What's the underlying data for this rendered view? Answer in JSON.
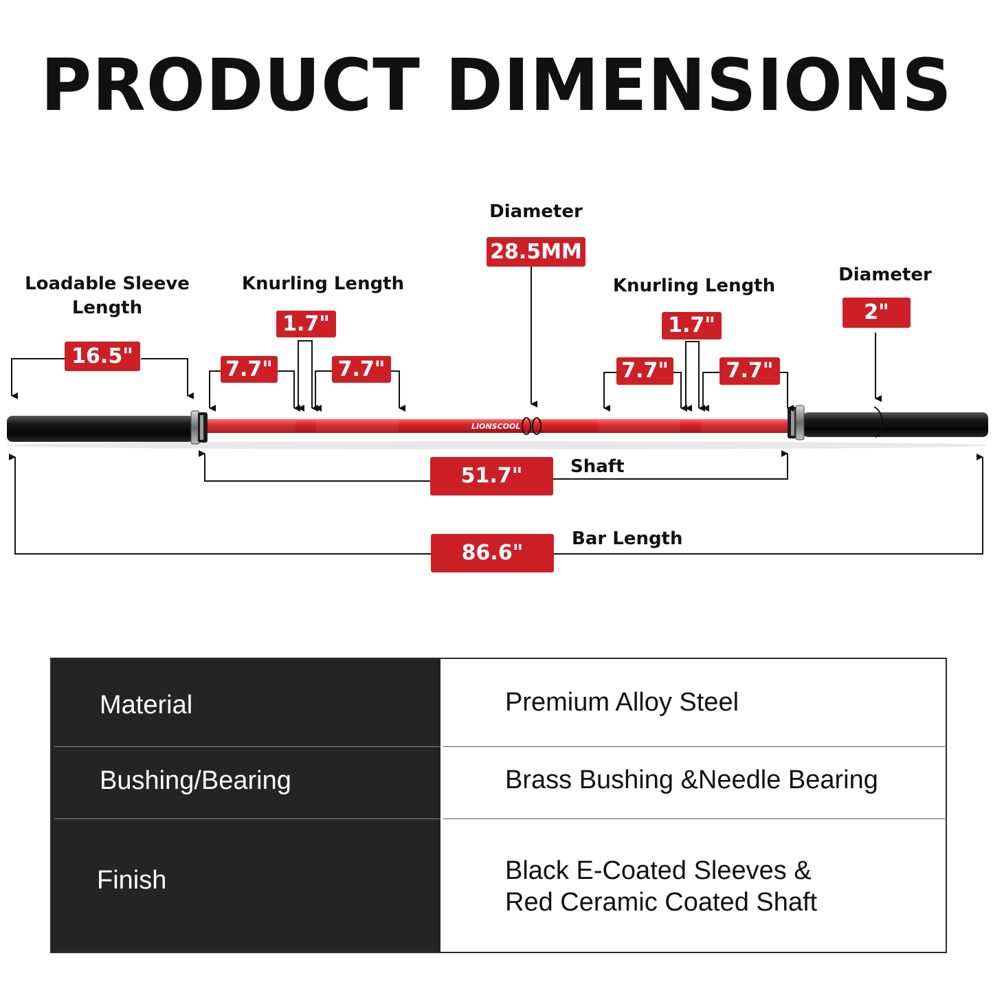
{
  "title": "PRODUCT DIMENSIONS",
  "labels": {
    "center_diameter": "Diameter",
    "sleeve_diameter": "Diameter",
    "sleeve_length_line1": "Loadable Sleeve",
    "sleeve_length_line2": "Length",
    "knurling_left": "Knurling Length",
    "knurling_right": "Knurling Length",
    "shaft": "Shaft",
    "bar_length": "Bar Length",
    "brand": "LIONSCOOL"
  },
  "values": {
    "shaft_diameter": "28.5MM",
    "sleeve_diameter": "2\"",
    "sleeve_length": "16.5\"",
    "knurl_left_gap": "1.7\"",
    "knurl_left_a": "7.7\"",
    "knurl_left_b": "7.7\"",
    "knurl_right_gap": "1.7\"",
    "knurl_right_a": "7.7\"",
    "knurl_right_b": "7.7\"",
    "shaft_length": "51.7\"",
    "bar_length": "86.6\""
  },
  "colors": {
    "accent_red": "#cc2026",
    "shaft_red": "#e0252b",
    "sleeve_black": "#111111",
    "table_dark": "#242424"
  },
  "specs": [
    {
      "key": "Material",
      "value": "Premium Alloy Steel"
    },
    {
      "key": "Bushing/Bearing",
      "value": "Brass Bushing &Needle Bearing"
    },
    {
      "key": "Finish",
      "value_line1": "Black E-Coated Sleeves &",
      "value_line2": "Red Ceramic Coated Shaft"
    }
  ]
}
